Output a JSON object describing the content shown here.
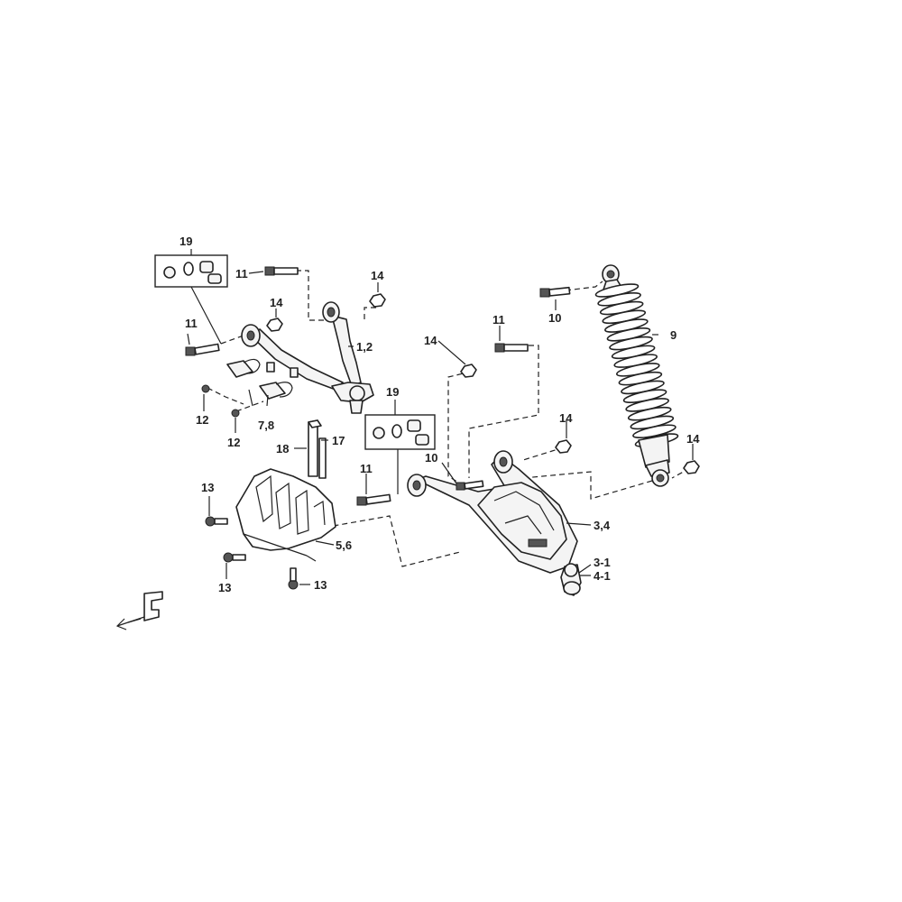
{
  "labels": {
    "kit_upper": "19",
    "kit_lower": "19",
    "bolt_upper_top": "11",
    "bolt_upper_left": "11",
    "bolt_lower_mid": "11",
    "bolt_lower_right": "11",
    "nut_upper_top": "14",
    "nut_upper_mid": "14",
    "nut_lower_arm": "14",
    "nut_lower_right": "14",
    "nut_shock_bottom": "14",
    "upper_arm": "1,2",
    "lower_arm": "3,4",
    "ball_joint_3": "3-1",
    "ball_joint_4": "4-1",
    "guard": "5,6",
    "clamp": "7,8",
    "shock": "9",
    "shock_bolt_top": "10",
    "shock_bolt_bottom": "10",
    "screw_a": "12",
    "screw_b": "12",
    "guard_bolt_a": "13",
    "guard_bolt_b": "13",
    "guard_bolt_c": "13",
    "strip_17": "17",
    "strip_18": "18"
  },
  "icons": {
    "front_arrow": "front-direction-arrow-icon"
  }
}
